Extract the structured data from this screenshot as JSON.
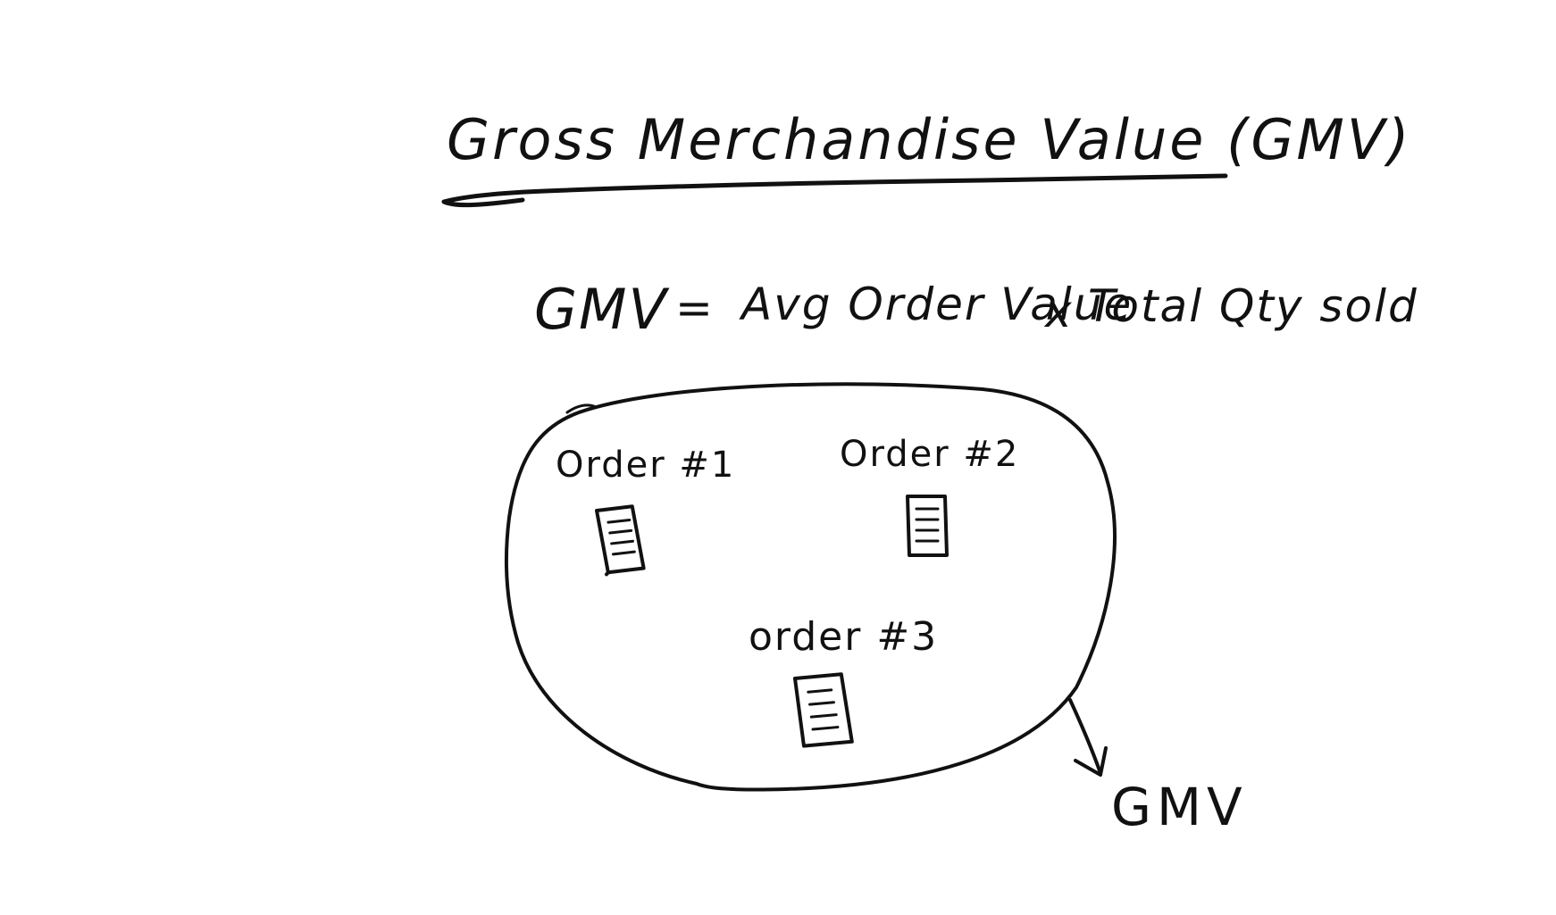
{
  "title": "Gross Merchandise Value (GMV)",
  "formula": {
    "lhs": "GMV",
    "equals": "=",
    "term1": "Avg Order Value",
    "operator": "x",
    "term2": "Total Qty sold"
  },
  "orders": [
    {
      "label": "Order #1",
      "icon": "receipt-icon"
    },
    {
      "label": "Order #2",
      "icon": "receipt-icon"
    },
    {
      "label": "order #3",
      "icon": "receipt-icon"
    }
  ],
  "result_label": "GMV",
  "colors": {
    "ink": "#111111",
    "background": "#ffffff"
  }
}
